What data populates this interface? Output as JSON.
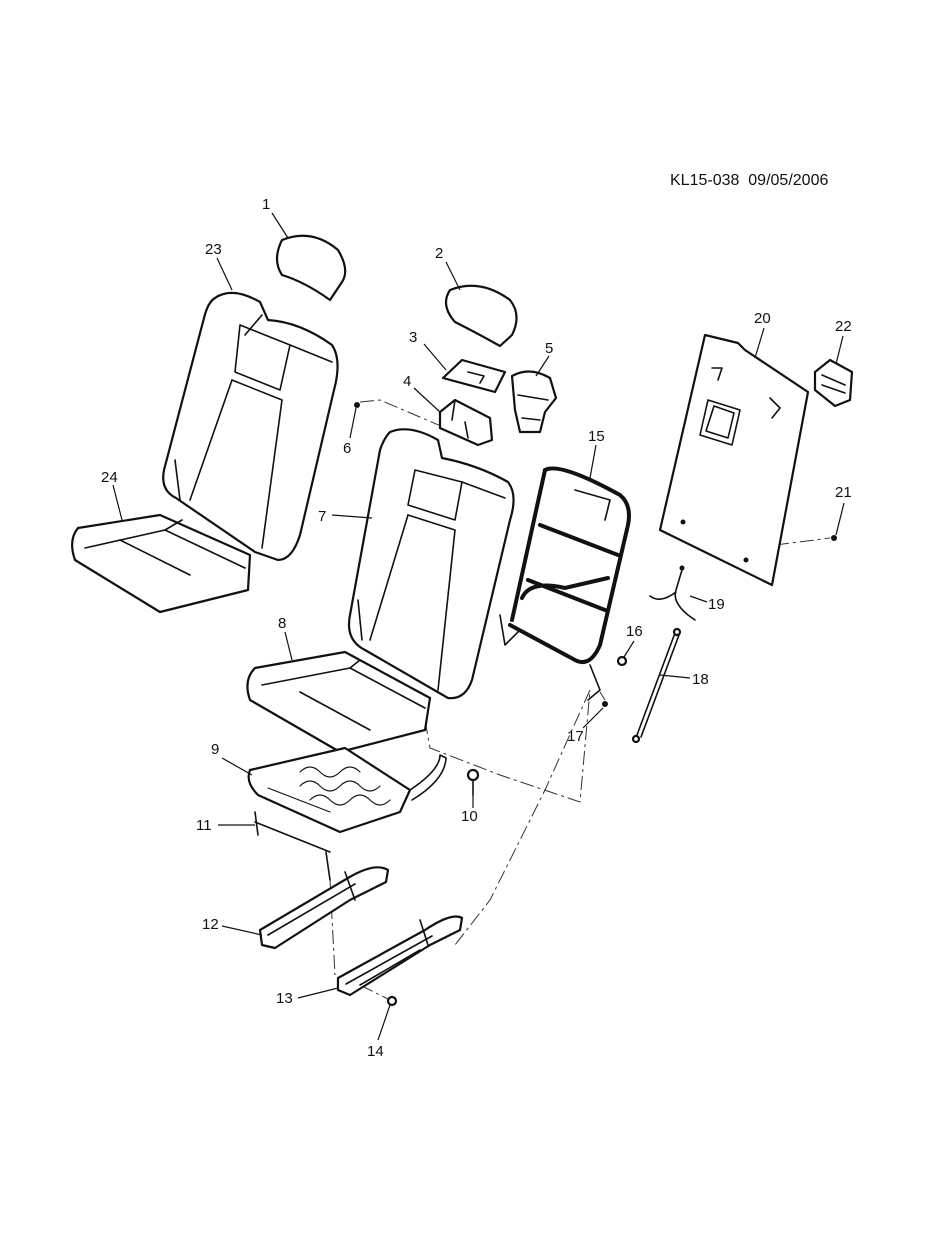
{
  "diagram": {
    "reference": "KL15-038",
    "date": "09/05/2006",
    "callouts": [
      "1",
      "2",
      "3",
      "4",
      "5",
      "6",
      "7",
      "8",
      "9",
      "10",
      "11",
      "12",
      "13",
      "14",
      "15",
      "16",
      "17",
      "18",
      "19",
      "20",
      "21",
      "22",
      "23",
      "24"
    ]
  },
  "parts": [
    {
      "callout": "1",
      "icon": "headrest-icon"
    },
    {
      "callout": "2",
      "icon": "headrest-icon"
    },
    {
      "callout": "3",
      "icon": "cover-plate-icon"
    },
    {
      "callout": "4",
      "icon": "bracket-icon"
    },
    {
      "callout": "5",
      "icon": "armrest-bracket-icon"
    },
    {
      "callout": "6",
      "icon": "screw-icon"
    },
    {
      "callout": "7",
      "icon": "seat-back-cushion-icon"
    },
    {
      "callout": "8",
      "icon": "seat-cushion-icon"
    },
    {
      "callout": "9",
      "icon": "cushion-frame-icon"
    },
    {
      "callout": "10",
      "icon": "bolt-icon"
    },
    {
      "callout": "11",
      "icon": "rod-icon"
    },
    {
      "callout": "12",
      "icon": "seat-track-icon"
    },
    {
      "callout": "13",
      "icon": "seat-track-icon"
    },
    {
      "callout": "14",
      "icon": "bolt-icon"
    },
    {
      "callout": "15",
      "icon": "seat-back-frame-icon"
    },
    {
      "callout": "16",
      "icon": "nut-icon"
    },
    {
      "callout": "17",
      "icon": "screw-icon"
    },
    {
      "callout": "18",
      "icon": "cable-icon"
    },
    {
      "callout": "19",
      "icon": "cable-icon"
    },
    {
      "callout": "20",
      "icon": "back-panel-icon"
    },
    {
      "callout": "21",
      "icon": "clip-icon"
    },
    {
      "callout": "22",
      "icon": "latch-icon"
    },
    {
      "callout": "23",
      "icon": "seat-back-icon"
    },
    {
      "callout": "24",
      "icon": "seat-cushion-icon"
    }
  ]
}
